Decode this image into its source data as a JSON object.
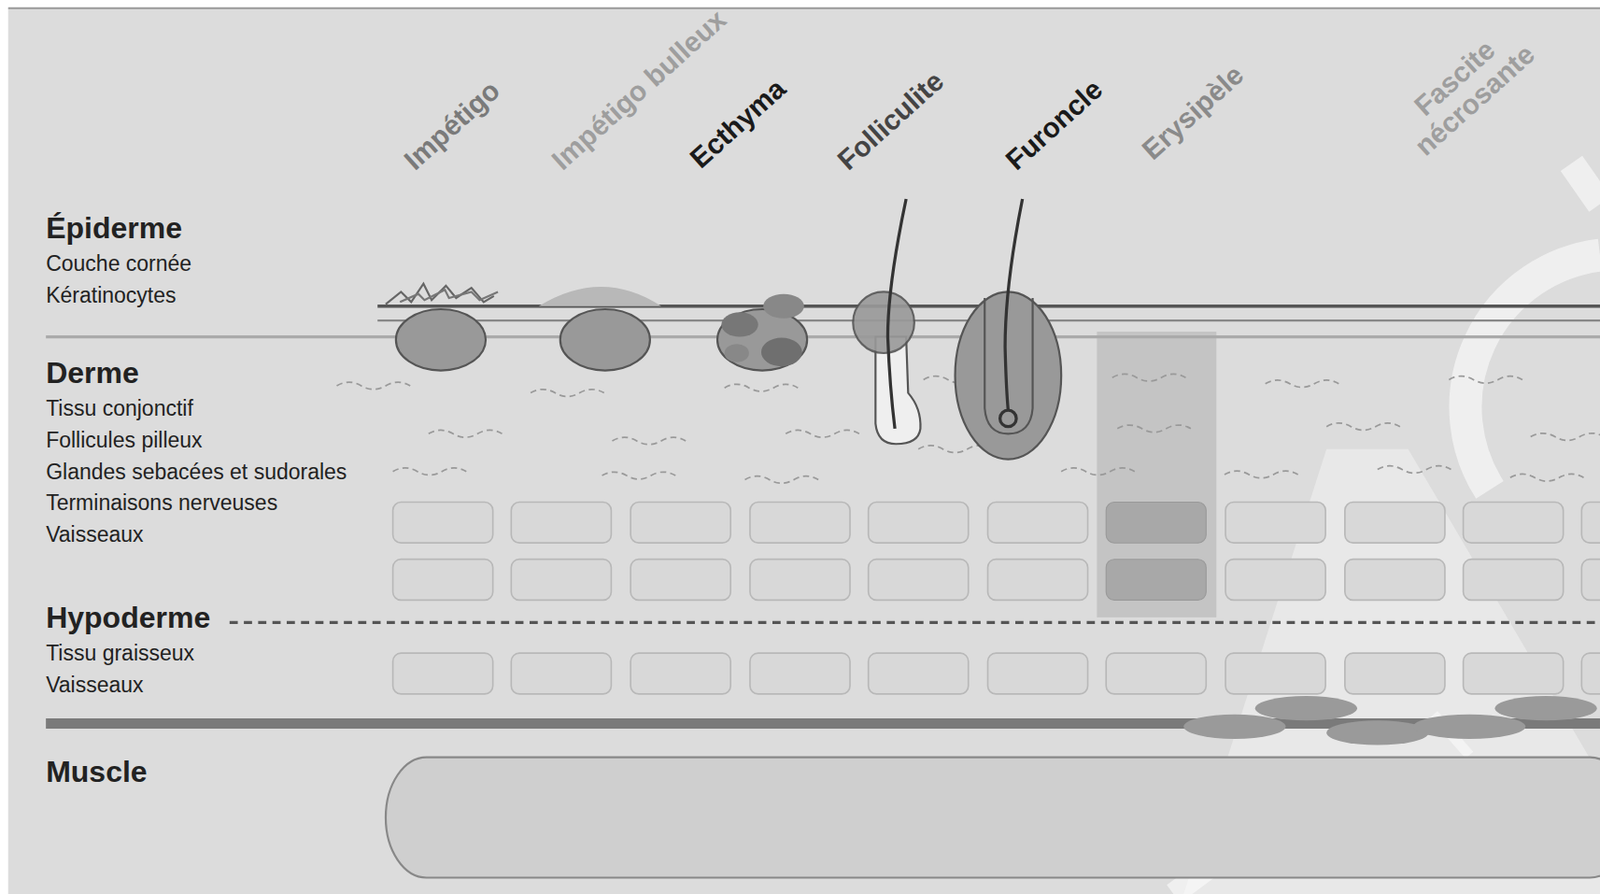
{
  "diagram": {
    "labels": [
      "Impétigo",
      "Impétigo bulleux",
      "Ecthyma",
      "Folliculite",
      "Furoncle",
      "Erysipèle",
      "Fascite nécrosante",
      "Épiderme",
      "Couche cornée",
      "Kératinocytes",
      "Derme",
      "Tissu conjonctif",
      "Follicules pilleux",
      "Glandes sebacées et sudorales",
      "Terminaisons nerveuses",
      "Vaisseaux",
      "Hypoderme",
      "Tissu graisseux",
      "Vaisseaux",
      "Muscle"
    ]
  }
}
